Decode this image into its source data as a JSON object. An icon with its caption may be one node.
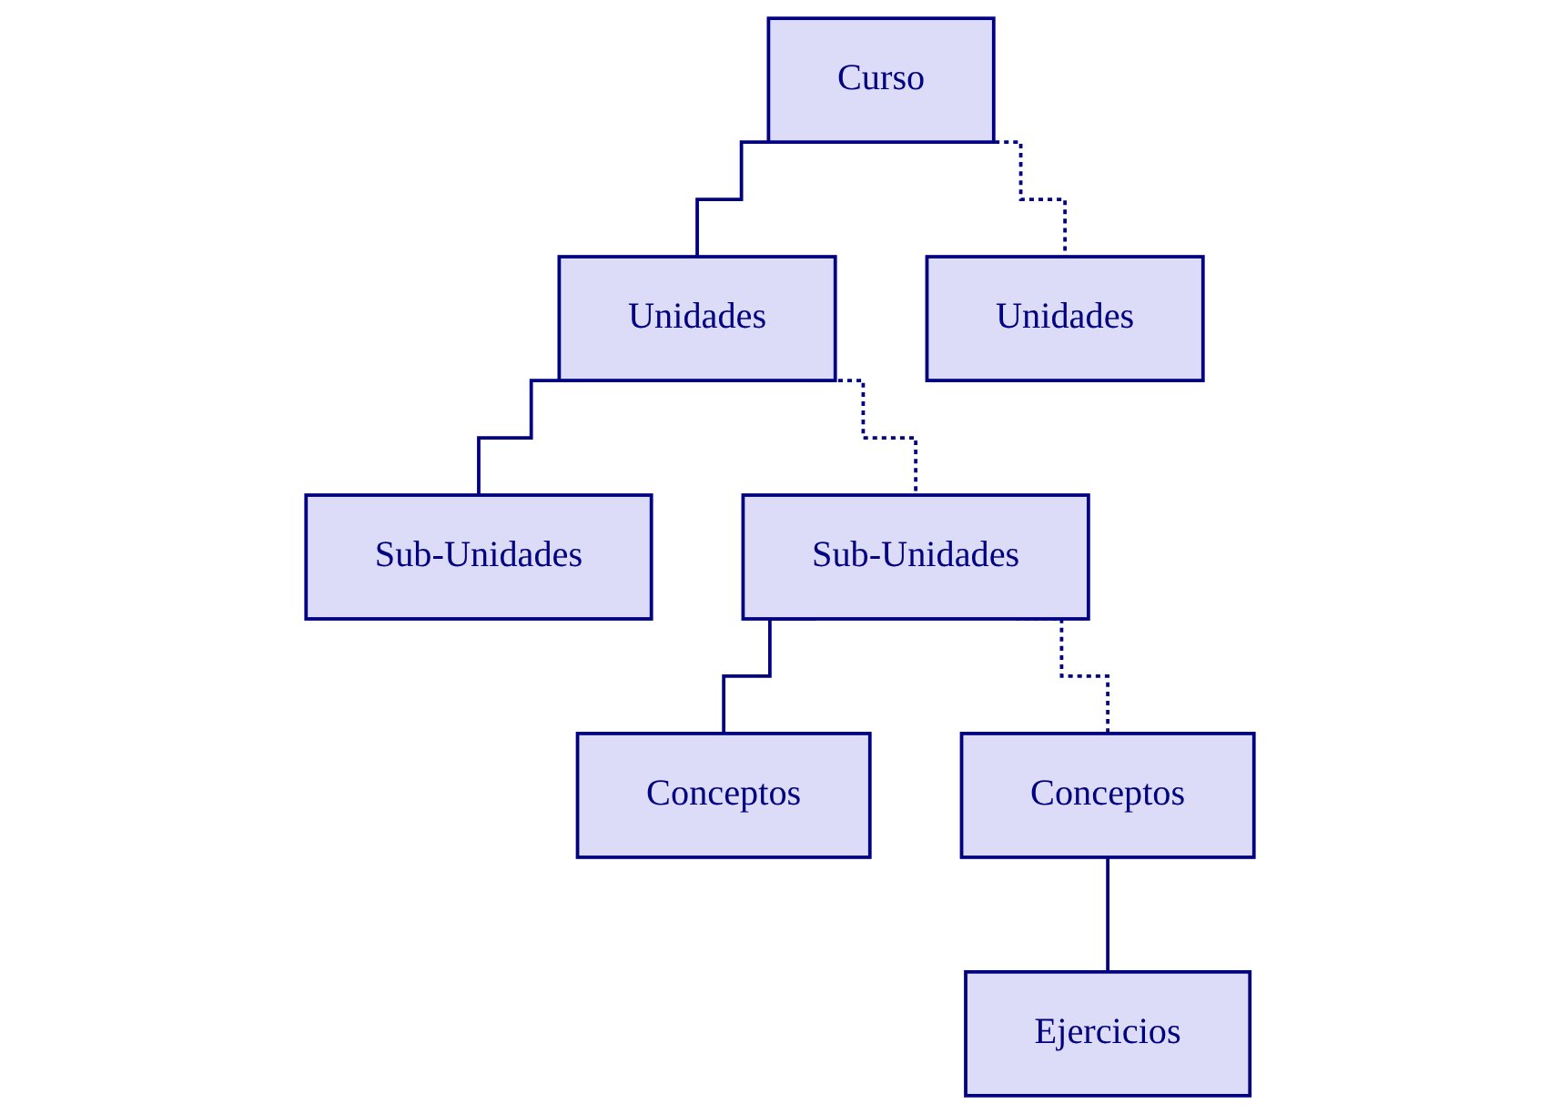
{
  "diagram": {
    "nodes": [
      {
        "text": [
          "Curso"
        ]
      },
      {
        "text": [
          "Unidades"
        ]
      },
      {
        "text": [
          "Unidades"
        ]
      },
      {
        "text": [
          "Sub-Unidades"
        ]
      },
      {
        "text": [
          "Sub-Unidades"
        ]
      },
      {
        "text": [
          "Conceptos"
        ]
      },
      {
        "text": [
          "Conceptos"
        ]
      },
      {
        "text": [
          "Ejercicios"
        ]
      }
    ],
    "edges": [
      {
        "from": 0,
        "to": 1,
        "arrow": "none"
      },
      {
        "from": 0,
        "to": 2,
        "arrow": "none",
        "style": "dashed"
      },
      {
        "from": 1,
        "to": 3,
        "arrow": "none"
      },
      {
        "from": 1,
        "to": 4,
        "arrow": "none",
        "style": "dashed"
      },
      {
        "from": 4,
        "to": 5,
        "arrow": "none"
      },
      {
        "from": 4,
        "to": 6,
        "arrow": "none",
        "style": "dashed"
      },
      {
        "from": 6,
        "to": 7,
        "arrow": "none"
      }
    ]
  }
}
